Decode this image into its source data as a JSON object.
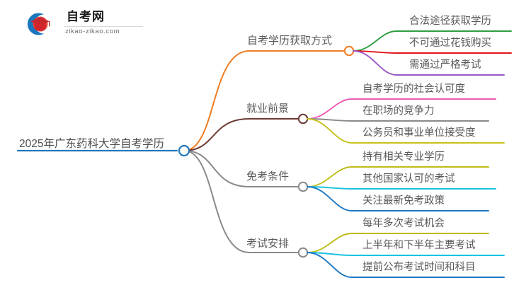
{
  "logo": {
    "name_cn": "自考网",
    "url": "zikao-zikao.com",
    "mark_icon": "graduation-cap-logo-icon",
    "mark_ring_color": "#1b76bc",
    "mark_cap_color": "#d0252c"
  },
  "mindmap": {
    "root": {
      "label": "2025年广东药科大学自考学历",
      "color": "#2277bb"
    },
    "branches": [
      {
        "label": "自考学历获取方式",
        "color": "#ef7d22",
        "leaves": [
          {
            "label": "合法途径获取学历",
            "color": "#2f9e41"
          },
          {
            "label": "不可通过花钱购买",
            "color": "#e3141c"
          },
          {
            "label": "需通过严格考试",
            "color": "#9b59c6"
          }
        ]
      },
      {
        "label": "就业前景",
        "color": "#6b3a33",
        "leaves": [
          {
            "label": "自考学历的社会认可度",
            "color": "#ef5ab3"
          },
          {
            "label": "在职场的竞争力",
            "color": "#8a8a8a"
          },
          {
            "label": "公务员和事业单位接受度",
            "color": "#c8c01a"
          }
        ]
      },
      {
        "label": "免考条件",
        "color": "#8a8a8a",
        "leaves": [
          {
            "label": "持有相关专业学历",
            "color": "#c0bc17"
          },
          {
            "label": "其他国家认可的考试",
            "color": "#19c3e0"
          },
          {
            "label": "关注最新免考政策",
            "color": "#1e79c4"
          }
        ]
      },
      {
        "label": "考试安排",
        "color": "#8a8a8a",
        "leaves": [
          {
            "label": "每年多次考试机会",
            "color": "#c0bc17"
          },
          {
            "label": "上半年和下半年主要考试",
            "color": "#19c3e0"
          },
          {
            "label": "提前公布考试时间和科目",
            "color": "#1e79c4"
          }
        ]
      }
    ]
  }
}
